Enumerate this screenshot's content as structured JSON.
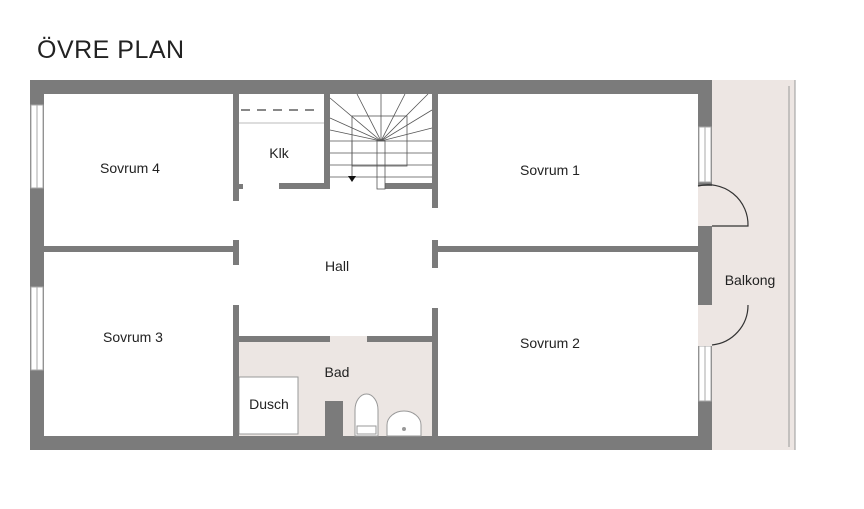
{
  "title": "ÖVRE PLAN",
  "rooms": {
    "sovrum4": "Sovrum 4",
    "sovrum3": "Sovrum 3",
    "sovrum1": "Sovrum 1",
    "sovrum2": "Sovrum 2",
    "klk": "Klk",
    "hall": "Hall",
    "bad": "Bad",
    "dusch": "Dusch",
    "balkong": "Balkong"
  },
  "colors": {
    "wall": "#7b7b7b",
    "wet": "#ece6e3",
    "balcony": "#ede6e3"
  }
}
